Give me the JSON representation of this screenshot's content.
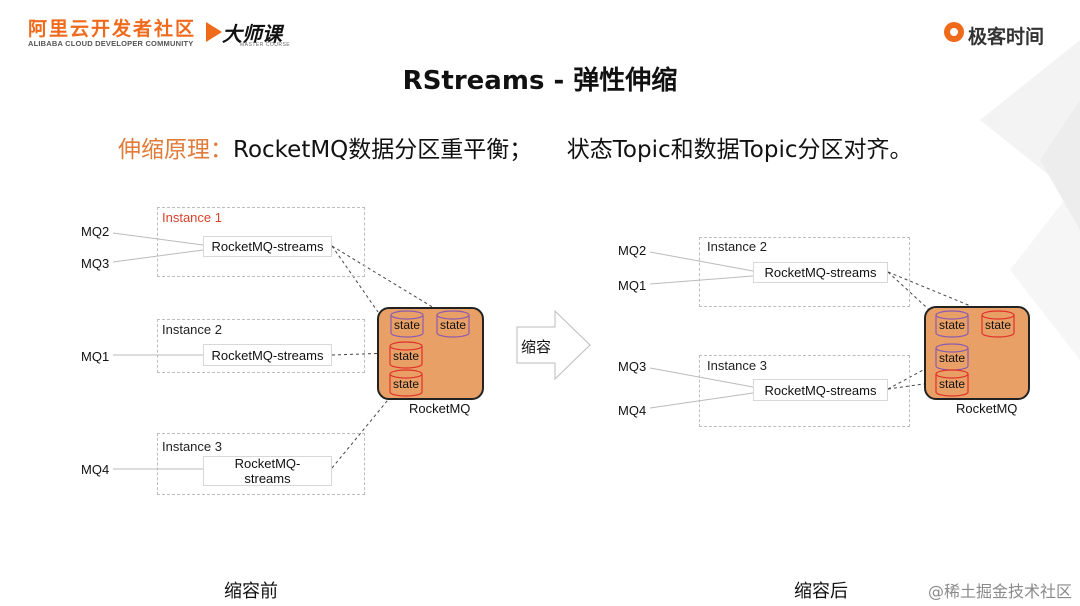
{
  "header": {
    "alibaba_cn": "阿里云开发者社区",
    "alibaba_en": "ALIBABA CLOUD DEVELOPER COMMUNITY",
    "dashike": "大师课",
    "dashike_sub": "MASTER COURSE",
    "geekbang": "极客时间"
  },
  "title": "RStreams - 弹性伸缩",
  "principle": {
    "label": "伸缩原理：",
    "text": "RocketMQ数据分区重平衡；　　状态Topic和数据Topic分区对齐。"
  },
  "before": {
    "caption": "缩容前",
    "instances": [
      {
        "label": "Instance 1",
        "service": "RocketMQ-streams",
        "mqs": [
          "MQ2",
          "MQ3"
        ]
      },
      {
        "label": "Instance 2",
        "service": "RocketMQ-streams",
        "mqs": [
          "MQ1"
        ]
      },
      {
        "label": "Instance 3",
        "service": "RocketMQ-streams",
        "mqs": [
          "MQ4"
        ]
      }
    ],
    "rocketmq_label": "RocketMQ",
    "states": [
      "state",
      "state",
      "state",
      "state"
    ]
  },
  "arrow_label": "缩容",
  "after": {
    "caption": "缩容后",
    "instances": [
      {
        "label": "Instance 2",
        "service": "RocketMQ-streams",
        "mqs": [
          "MQ2",
          "MQ1"
        ]
      },
      {
        "label": "Instance 3",
        "service": "RocketMQ-streams",
        "mqs": [
          "MQ3",
          "MQ4"
        ]
      }
    ],
    "rocketmq_label": "RocketMQ",
    "states": [
      "state",
      "state",
      "state",
      "state"
    ]
  },
  "watermark": "@稀土掘金技术社区",
  "colors": {
    "accent": "#e07b39",
    "rocketmq_fill": "#e9a066",
    "instance1_label": "#d9432b",
    "state_purple": "#8a5ab0",
    "state_red": "#e0302a"
  }
}
